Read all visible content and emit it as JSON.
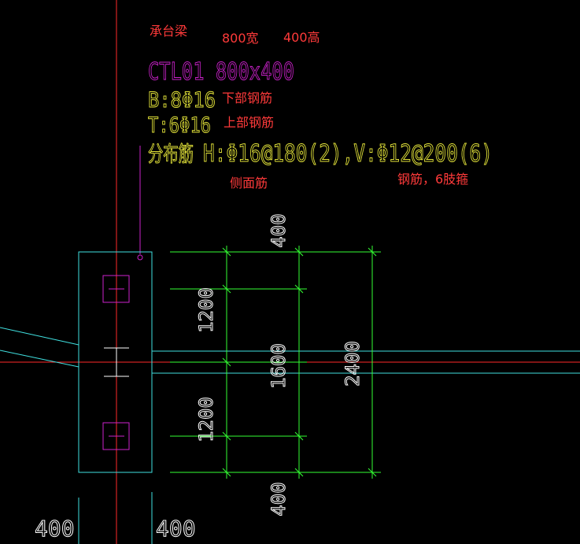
{
  "colors": {
    "background": "#000000",
    "axis_red": "#ff2a2a",
    "cap_cyan": "#40e0e0",
    "dim_green": "#33ff33",
    "label_magenta": "#cc22cc",
    "label_yellow": "#e6e63a",
    "note_red": "#ff3a3a",
    "white": "#ffffff"
  },
  "notes": {
    "cap_beam": "承台梁",
    "width": "800宽",
    "height": "400高",
    "bottom_rebar": "下部钢筋",
    "top_rebar": "上部钢筋",
    "side_rebar": "侧面筋",
    "stirrup": "钢筋，6肢箍"
  },
  "labels": {
    "beam_id": "CTL01 800x400",
    "bottom": "B:8Φ16",
    "top": "T:6Φ16",
    "distribution_prefix": "分布筋",
    "distribution_value": "H:Φ16@180(2),V:Φ12@200(6)"
  },
  "dimensions": {
    "top_400": "400",
    "upper_1200": "1200",
    "mid_1600": "1600",
    "total_2400": "2400",
    "lower_1200": "1200",
    "bottom_400": "400",
    "bottom_left_400": "400",
    "bottom_right_400": "400"
  }
}
